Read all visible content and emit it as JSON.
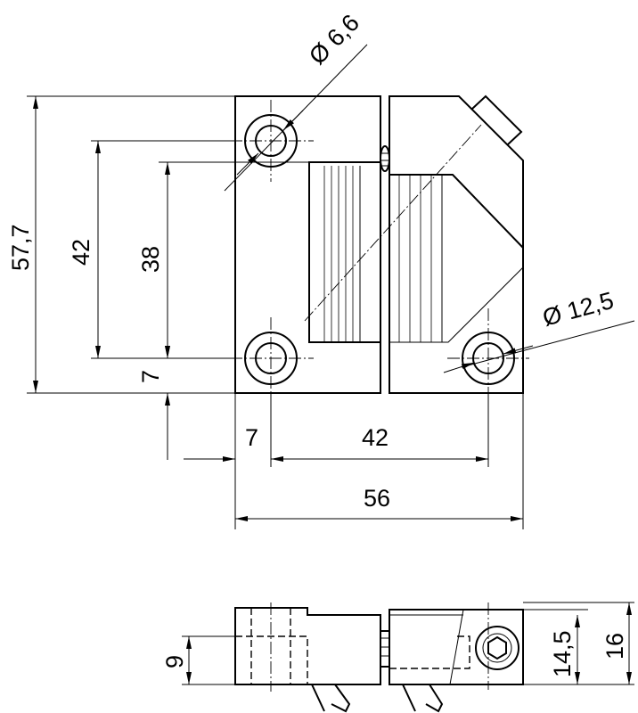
{
  "top_view": {
    "hole_diameter_small": "Ø 6,6",
    "hole_diameter_large": "Ø 12,5",
    "total_height": "57,7",
    "hole_spacing_vertical": "42",
    "slot_height": "38",
    "bottom_offset": "7",
    "left_offset": "7",
    "hole_spacing_horizontal": "42",
    "total_width": "56"
  },
  "side_view": {
    "left_height": "9",
    "right_height_a": "14,5",
    "right_height_b": "16"
  }
}
